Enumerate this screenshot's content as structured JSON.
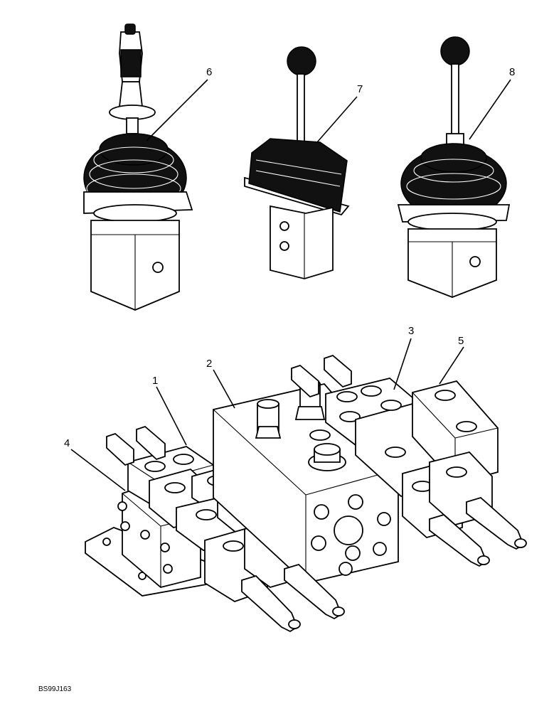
{
  "callouts": {
    "c1": "1",
    "c2": "2",
    "c3": "3",
    "c4": "4",
    "c5": "5",
    "c6": "6",
    "c7": "7",
    "c8": "8"
  },
  "figure_id": "BS99J163"
}
